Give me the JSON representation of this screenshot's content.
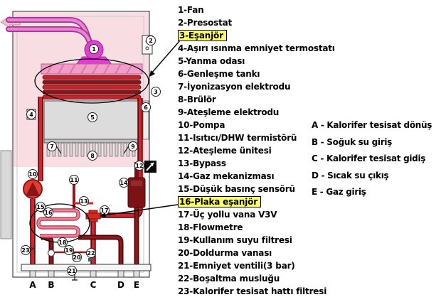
{
  "legend": {
    "items": [
      {
        "text": "1-Fan",
        "highlighted": false
      },
      {
        "text": "2-Presostat",
        "highlighted": false
      },
      {
        "text": "3-Eşanjör",
        "highlighted": true
      },
      {
        "text": "4-Aşırı ısınma emniyet termostatı",
        "highlighted": false
      },
      {
        "text": "5-Yanma odası",
        "highlighted": false
      },
      {
        "text": "6-Genleşme tankı",
        "highlighted": false
      },
      {
        "text": "7-İyonizasyon elektrodu",
        "highlighted": false
      },
      {
        "text": "8-Brülör",
        "highlighted": false
      },
      {
        "text": "9-Ateşleme elektrodu",
        "highlighted": false
      },
      {
        "text": "10-Pompa",
        "highlighted": false
      },
      {
        "text": "11-Isıtıcı/DHW termistörü",
        "highlighted": false
      },
      {
        "text": "12-Ateşleme ünitesi",
        "highlighted": false
      },
      {
        "text": "13-Bypass",
        "highlighted": false
      },
      {
        "text": "14-Gaz mekanizması",
        "highlighted": false
      },
      {
        "text": "15-Düşük basınç sensörü",
        "highlighted": false
      },
      {
        "text": "16-Plaka eşanjör",
        "highlighted": true
      },
      {
        "text": "17-Üç yollu vana V3V",
        "highlighted": false
      },
      {
        "text": "18-Flowmetre",
        "highlighted": false
      },
      {
        "text": "19-Kullanım suyu filtresi",
        "highlighted": false
      },
      {
        "text": "20-Doldurma vanası",
        "highlighted": false
      },
      {
        "text": "21-Emniyet ventili(3 bar)",
        "highlighted": false
      },
      {
        "text": "22-Boşaltma musluğu",
        "highlighted": false
      },
      {
        "text": "23-Kalorifer tesisat hattı filtresi",
        "highlighted": false
      }
    ]
  },
  "connections": {
    "items": [
      {
        "text": "A - Kalorifer tesisat dönüş"
      },
      {
        "text": "B - Soğuk su giriş"
      },
      {
        "text": "C - Kalorifer tesisat gidiş"
      },
      {
        "text": "D - Sıcak su çıkış"
      },
      {
        "text": "E - Gaz giriş"
      }
    ]
  },
  "diagram": {
    "bottom_labels": [
      "A",
      "B",
      "C",
      "D",
      "E"
    ],
    "callouts": [
      "1",
      "2",
      "3",
      "4",
      "5",
      "6",
      "7",
      "8",
      "9",
      "10",
      "11",
      "12",
      "13",
      "14",
      "15",
      "16",
      "17",
      "18",
      "19",
      "20",
      "21",
      "22",
      "23"
    ],
    "colors": {
      "pipe_pink": "#ef7fd9",
      "pipe_red": "#cf2730",
      "pipe_dark_red": "#8f1a1c",
      "casing_pink": "#f8dde3",
      "chamber_gray": "#dcdcdc",
      "fan_magenta": "#e13fd0",
      "highlight_yellow": "#ffff66"
    }
  }
}
